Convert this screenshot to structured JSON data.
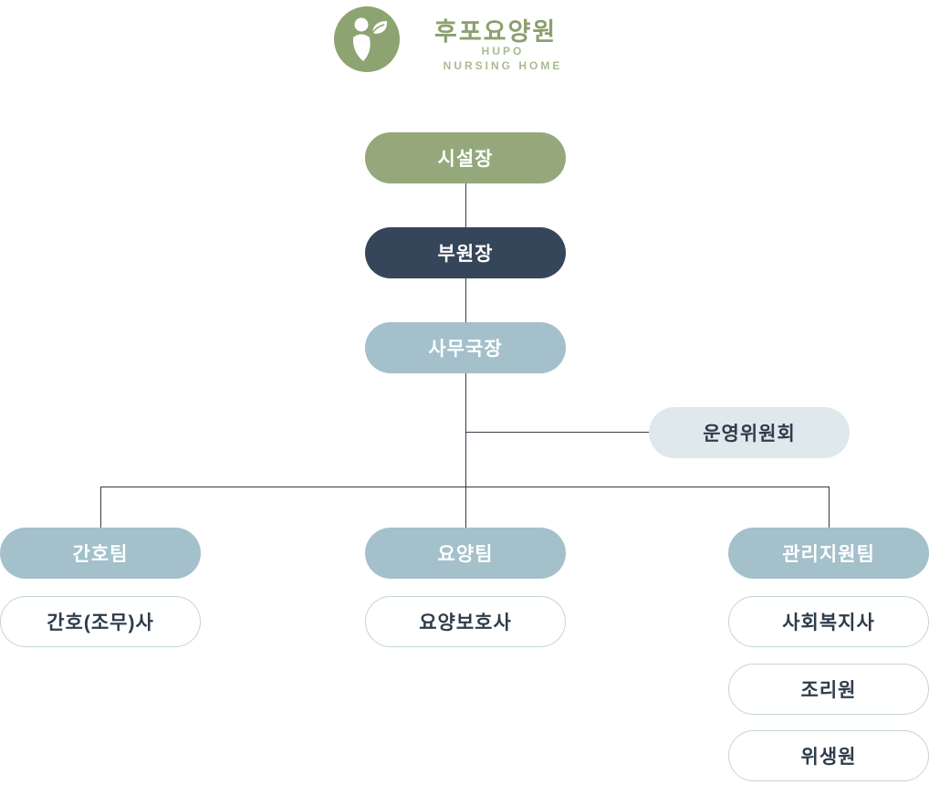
{
  "brand": {
    "title": "후포요양원",
    "subtitle_line1": "HUPO",
    "subtitle_line2": "NURSING HOME",
    "logo_icon": "person-with-leaf-icon"
  },
  "colors": {
    "brand_green": "#8C9F6E",
    "brand_green_light": "#A9BC8F",
    "pill_green": "#95A87C",
    "pill_navy": "#36465A",
    "pill_steel": "#A3C0CB",
    "pill_light": "#DFE8EC",
    "pill_white_border": "#C2D4DC",
    "text_dark": "#2E3C4B",
    "connector": "#333C47"
  },
  "nodes": {
    "director": "시설장",
    "vice_director": "부원장",
    "office_manager": "사무국장",
    "committee": "운영위원회",
    "nursing_team": "간호팀",
    "care_team": "요양팀",
    "support_team": "관리지원팀",
    "nurse": "간호(조무)사",
    "caregiver": "요양보호사",
    "social_worker": "사회복지사",
    "cook": "조리원",
    "sanitation_worker": "위생원"
  }
}
